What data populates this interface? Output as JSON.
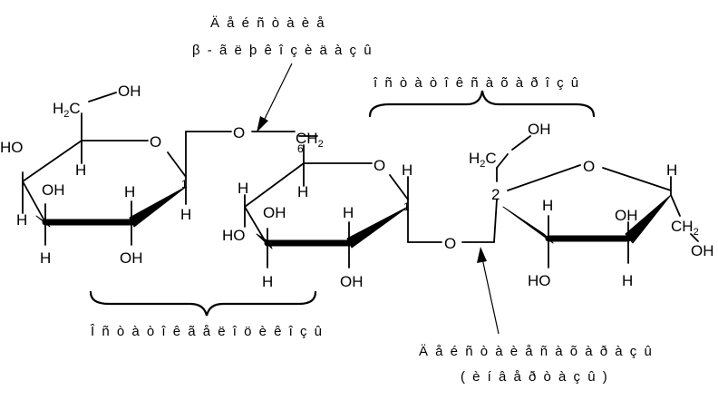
{
  "labels": {
    "glyco_title_line1": "Ä å é ñ ò à è å",
    "glyco_title_line2": "β - ã ë þ ê î ç è ä à ç û",
    "fructose_group": "î ñ ò à ò î ê   ñ à õ à ð î ç û",
    "galactose_group": "Î ñ ò à ò î ê  ã å ë î ö è ê î ç û",
    "fructo_bond_line1": "Ä å é ñ ò à è å   ñ à õ à ð à ç û",
    "fructo_bond_line2": "( è í â å ð ò à ç û )"
  },
  "atoms": {
    "oh": "OH",
    "ho": "HO",
    "h": "H",
    "o": "O",
    "h2c": "H",
    "ch2": "CH",
    "two": "2",
    "c1": "1",
    "c6": "6",
    "c2": "2"
  }
}
